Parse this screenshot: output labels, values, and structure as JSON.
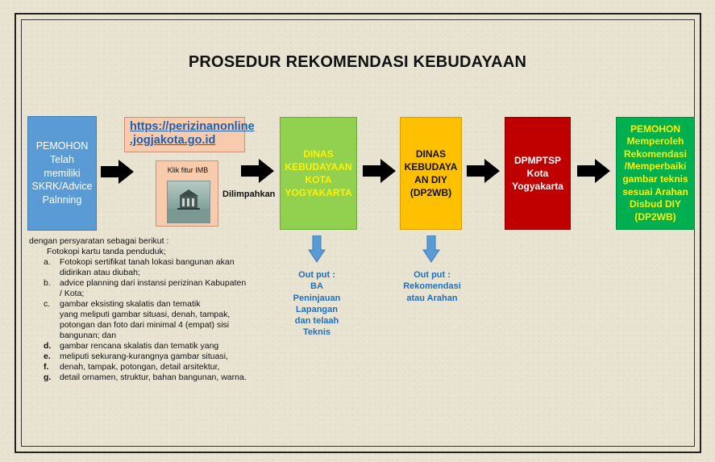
{
  "title": "PROSEDUR REKOMENDASI KEBUDAYAAN",
  "pemohon": {
    "lines": [
      "PEMOHON",
      "Telah",
      "memiliki",
      "SKRK/Advice",
      "Palnning"
    ]
  },
  "url": {
    "line1": "https://perizinanonline",
    "line2": ".jogjakota.go.id"
  },
  "imb": {
    "label": "Klik fitur IMB"
  },
  "dilimpahkan": "Dilimpahkan",
  "dinas_kota": {
    "lines": [
      "DINAS",
      "KEBUDAYAAN",
      "KOTA",
      "YOGYAKARTA"
    ]
  },
  "dinas_diy": {
    "lines": [
      "DINAS",
      "KEBUDAYA",
      "AN DIY",
      "(DP2WB)"
    ]
  },
  "dpmptsp": {
    "lines": [
      "DPMPTSP",
      "Kota",
      "Yogyakarta"
    ]
  },
  "hasil": {
    "lines": [
      "PEMOHON",
      "Memperoleh",
      "Rekomendasi",
      "/Memperbaiki",
      "gambar teknis",
      "sesuai Arahan",
      "Disbud DIY",
      "(DP2WB)"
    ]
  },
  "output1": {
    "lines": [
      "Out put :",
      "BA",
      "Peninjauan",
      "Lapangan",
      "dan telaah",
      "Teknis"
    ]
  },
  "output2": {
    "lines": [
      "Out put :",
      "Rekomendasi",
      "atau Arahan"
    ]
  },
  "requirements": {
    "intro": "dengan persyaratan sebagai berikut :",
    "sub": "Fotokopi kartu tanda penduduk;",
    "items": [
      {
        "marker": "a.",
        "lines": [
          "Fotokopi sertifikat tanah lokasi bangunan akan",
          "didirikan atau diubah;"
        ]
      },
      {
        "marker": "b.",
        "lines": [
          "advice planning dari instansi perizinan Kabupaten",
          "/ Kota;"
        ]
      },
      {
        "marker": "c.",
        "lines": [
          "gambar eksisting skalatis dan tematik",
          "yang meliputi gambar situasi, denah, tampak,",
          "potongan dan foto dari minimal 4 (empat) sisi",
          "bangunan; dan"
        ]
      },
      {
        "marker": "d.",
        "lines": [
          "gambar rencana skalatis dan tematik yang"
        ]
      },
      {
        "marker": "e.",
        "lines": [
          "meliputi sekurang-kurangnya gambar situasi,"
        ]
      },
      {
        "marker": "f.",
        "lines": [
          "denah, tampak, potongan, detail arsitektur,"
        ]
      },
      {
        "marker": "g.",
        "lines": [
          "detail ornamen, struktur, bahan bangunan, warna."
        ]
      }
    ]
  },
  "colors": {
    "pemohon": "#5b9bd5",
    "url_box": "#f8cbad",
    "dinas_kota": "#92d050",
    "dinas_diy": "#ffc000",
    "dpmptsp": "#c00000",
    "hasil": "#00b050",
    "output_text": "#1f6fc0"
  }
}
